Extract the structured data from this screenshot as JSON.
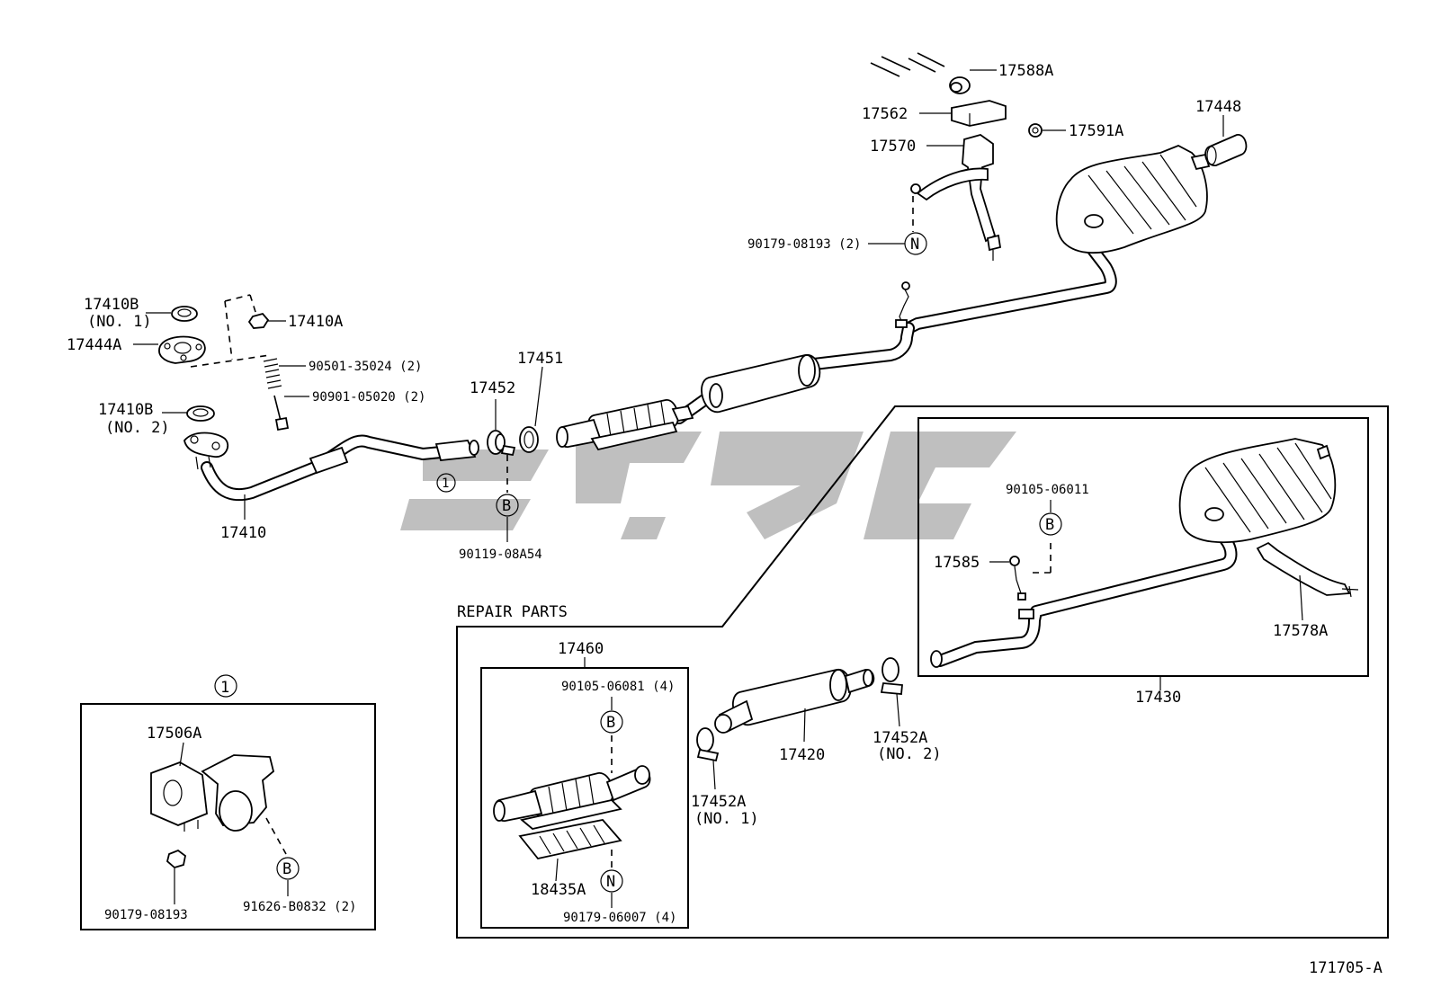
{
  "diagram_code": "171705-A",
  "sections": {
    "repair_parts": "REPAIR PARTS",
    "detail_marker": "1"
  },
  "symbols": {
    "B": "B",
    "N": "N",
    "one": "1"
  },
  "part_labels": {
    "p17588A": "17588A",
    "p17562": "17562",
    "p17591A": "17591A",
    "p17448": "17448",
    "p17570": "17570",
    "p90179_08193_2": "90179-08193 (2)",
    "p17410B_no1": "17410B",
    "p17410B_no1_sub": "(NO. 1)",
    "p17410A": "17410A",
    "p17444A": "17444A",
    "p90501_35024": "90501-35024 (2)",
    "p90901_05020": "90901-05020 (2)",
    "p17410B_no2": "17410B",
    "p17410B_no2_sub": "(NO. 2)",
    "p17410": "17410",
    "p17451": "17451",
    "p17452": "17452",
    "p90119_08A54": "90119-08A54",
    "p90105_06011": "90105-06011",
    "p17585": "17585",
    "p17578A": "17578A",
    "p17430": "17430",
    "p17460": "17460",
    "p90105_06081": "90105-06081 (4)",
    "p18435A": "18435A",
    "p90179_06007": "90179-06007 (4)",
    "p17420": "17420",
    "p17452A_no2": "17452A",
    "p17452A_no2_sub": "(NO. 2)",
    "p17452A_no1": "17452A",
    "p17452A_no1_sub": "(NO. 1)",
    "p17506A": "17506A",
    "p90179_08193": "90179-08193",
    "p91626_B0832": "91626-B0832 (2)"
  },
  "watermark": {
    "glyphs": "cpqs",
    "color": "#8a8a8a"
  }
}
